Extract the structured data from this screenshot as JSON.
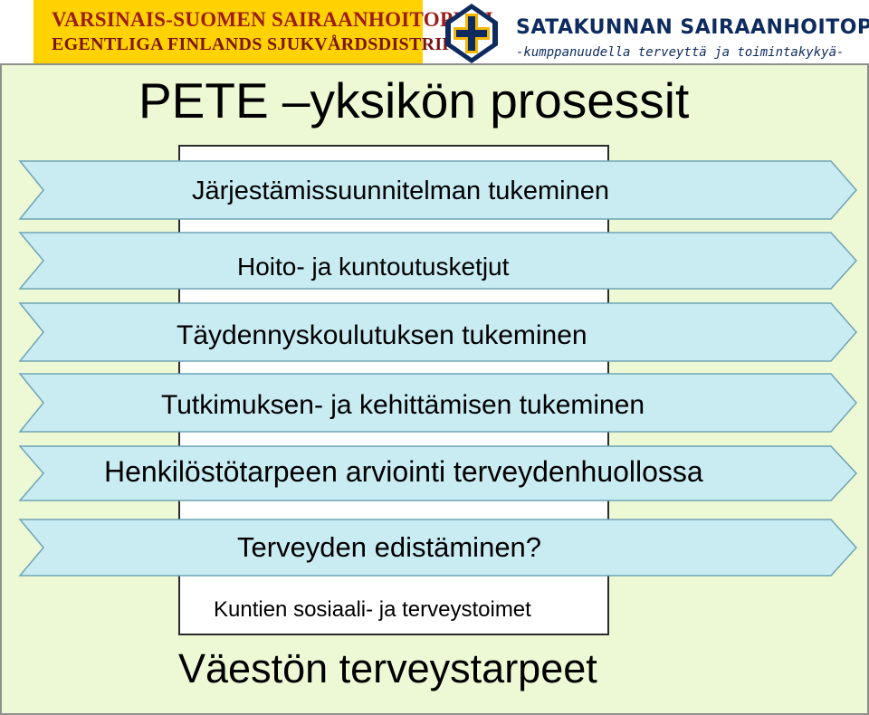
{
  "logos": {
    "left_line1": "VARSINAIS-SUOMEN SAIRAANHOITOPIIRI",
    "left_line2": "EGENTLIGA FINLANDS SJUKVÅRDSDISTRIKT",
    "right_line1": "SATAKUNNAN SAIRAANHOITOPIIRI",
    "right_line2": "-kumppanuudella terveyttä ja toimintakykyä-"
  },
  "title": "PETE –yksikön prosessit",
  "process_arrows": [
    "Järjestämissuunnitelman tukeminen",
    "Hoito- ja kuntoutusketjut",
    "Täydennyskoulutuksen tukeminen",
    "Tutkimuksen- ja kehittämisen tukeminen",
    "Henkilöstötarpeen arviointi terveydenhuollossa",
    "Terveyden edistäminen?"
  ],
  "base_label": "Kuntien sosiaali- ja terveystoimet",
  "bottom_label": "Väestön terveystarpeet",
  "colors": {
    "slide_background": "#ecf9d4",
    "arrow_fill": "#c9ecf3",
    "left_logo_background": "#ffd200",
    "right_logo_text": "#0d2b5e"
  }
}
